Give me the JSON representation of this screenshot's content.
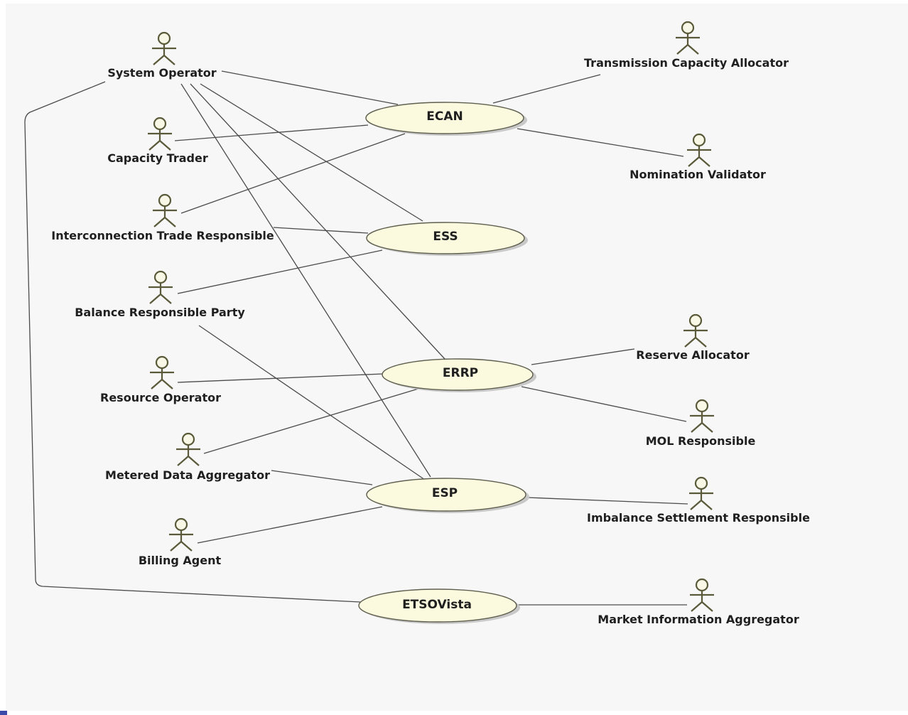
{
  "diagram": {
    "actors": [
      {
        "id": "system-operator",
        "label": "System Operator"
      },
      {
        "id": "capacity-trader",
        "label": "Capacity Trader"
      },
      {
        "id": "interconnection-trade-responsible",
        "label": "Interconnection Trade Responsible"
      },
      {
        "id": "balance-responsible-party",
        "label": "Balance Responsible Party"
      },
      {
        "id": "resource-operator",
        "label": "Resource Operator"
      },
      {
        "id": "metered-data-aggregator",
        "label": "Metered Data Aggregator"
      },
      {
        "id": "billing-agent",
        "label": "Billing Agent"
      },
      {
        "id": "transmission-capacity-allocator",
        "label": "Transmission Capacity Allocator"
      },
      {
        "id": "nomination-validator",
        "label": "Nomination Validator"
      },
      {
        "id": "reserve-allocator",
        "label": "Reserve Allocator"
      },
      {
        "id": "mol-responsible",
        "label": "MOL Responsible"
      },
      {
        "id": "imbalance-settlement-responsible",
        "label": "Imbalance Settlement Responsible"
      },
      {
        "id": "market-information-aggregator",
        "label": "Market Information Aggregator"
      }
    ],
    "usecases": [
      {
        "id": "ecan",
        "label": "ECAN"
      },
      {
        "id": "ess",
        "label": "ESS"
      },
      {
        "id": "errp",
        "label": "ERRP"
      },
      {
        "id": "esp",
        "label": "ESP"
      },
      {
        "id": "etsovista",
        "label": "ETSOVista"
      }
    ],
    "associations": [
      [
        "system-operator",
        "ecan"
      ],
      [
        "system-operator",
        "ess"
      ],
      [
        "system-operator",
        "errp"
      ],
      [
        "system-operator",
        "esp"
      ],
      [
        "system-operator",
        "etsovista"
      ],
      [
        "capacity-trader",
        "ecan"
      ],
      [
        "interconnection-trade-responsible",
        "ecan"
      ],
      [
        "interconnection-trade-responsible",
        "ess"
      ],
      [
        "balance-responsible-party",
        "ess"
      ],
      [
        "balance-responsible-party",
        "esp"
      ],
      [
        "resource-operator",
        "errp"
      ],
      [
        "metered-data-aggregator",
        "errp"
      ],
      [
        "metered-data-aggregator",
        "esp"
      ],
      [
        "billing-agent",
        "esp"
      ],
      [
        "transmission-capacity-allocator",
        "ecan"
      ],
      [
        "nomination-validator",
        "ecan"
      ],
      [
        "reserve-allocator",
        "errp"
      ],
      [
        "mol-responsible",
        "errp"
      ],
      [
        "imbalance-settlement-responsible",
        "esp"
      ],
      [
        "market-information-aggregator",
        "etsovista"
      ]
    ]
  }
}
